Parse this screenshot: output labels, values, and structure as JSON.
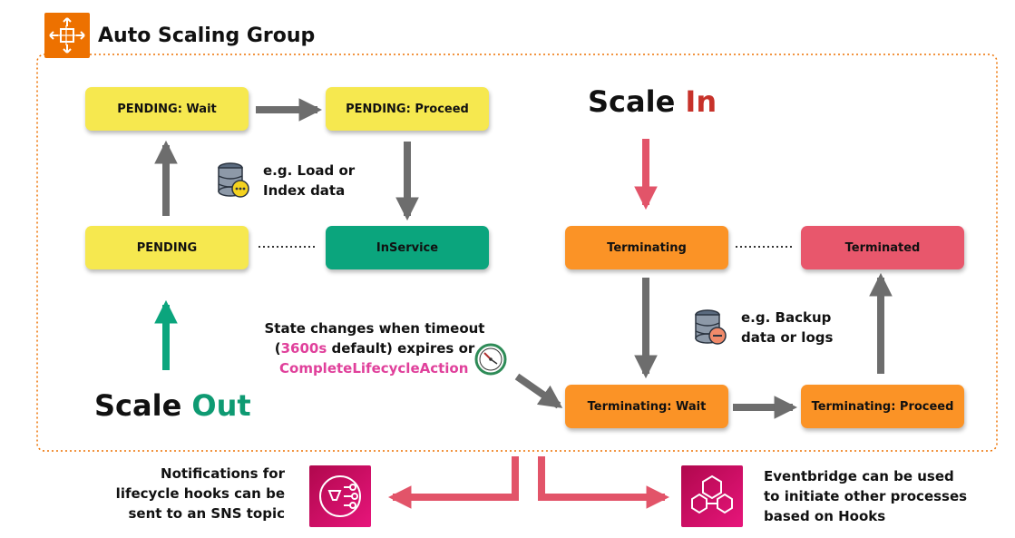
{
  "title": "Auto Scaling Group",
  "icons": {
    "auto_scaling": "auto-scaling-group-icon",
    "db_wait": "database-ellipsis-icon",
    "db_backup": "database-minus-icon",
    "timer": "timer-icon",
    "sns": "sns-icon",
    "eventbridge": "eventbridge-icon"
  },
  "states": {
    "pending_wait": "PENDING: Wait",
    "pending_proceed": "PENDING: Proceed",
    "pending": "PENDING",
    "inservice": "InService",
    "terminating": "Terminating",
    "terminated": "Terminated",
    "terminating_wait": "Terminating: Wait",
    "terminating_proceed": "Terminating: Proceed"
  },
  "notes": {
    "load_line1": "e.g. Load or",
    "load_line2": "Index data",
    "backup_line1": "e.g. Backup",
    "backup_line2": "data or logs",
    "timeout_line1": "State changes when timeout",
    "timeout_line2_open": "(",
    "timeout_value": "3600s",
    "timeout_line2_rest": " default) expires or",
    "timeout_line3": "CompleteLifecycleAction"
  },
  "scale_in": {
    "word": "Scale",
    "accent": "In"
  },
  "scale_out": {
    "word": "Scale",
    "accent": "Out"
  },
  "sns_text": [
    "Notifications for",
    "lifecycle hooks can be",
    "sent to an SNS topic"
  ],
  "eventbridge_text": [
    "Eventbridge can be used",
    "to initiate other processes",
    "based on Hooks"
  ],
  "colors": {
    "orange": "#ed7100",
    "yellow": "#f6e84f",
    "green": "#0ba57d",
    "box_orange": "#fb9326",
    "box_red": "#e8576c",
    "accent_red": "#c7322a",
    "accent_green": "#0e9a72",
    "pink": "#e0409b",
    "arrow_gray": "#6d6d6d",
    "arrow_red": "#e25469"
  }
}
